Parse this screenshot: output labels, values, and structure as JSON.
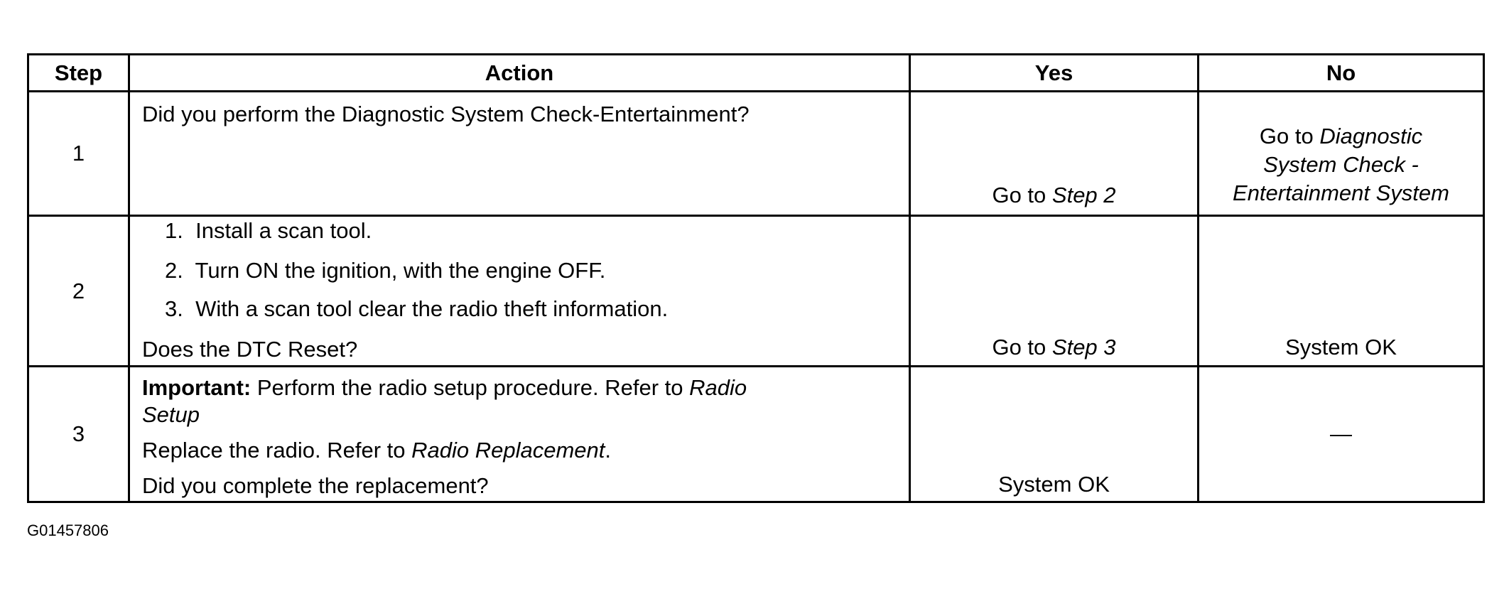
{
  "headers": {
    "step": "Step",
    "action": "Action",
    "yes": "Yes",
    "no": "No"
  },
  "rows": [
    {
      "step": "1",
      "action": "Did you perform the Diagnostic System Check-Entertainment?",
      "yes_prefix": "Go to ",
      "yes_link": "Step 2",
      "no_prefix": "Go to ",
      "no_link_1": "Diagnostic",
      "no_link_2": "System Check -",
      "no_link_3": "Entertainment System"
    },
    {
      "step": "2",
      "items": [
        {
          "num": "1.",
          "text": "Install a scan tool."
        },
        {
          "num": "2.",
          "text": "Turn ON the ignition, with the engine OFF."
        },
        {
          "num": "3.",
          "text": "With a scan tool clear the radio theft information."
        }
      ],
      "question": "Does the DTC Reset?",
      "yes_prefix": "Go to ",
      "yes_link": "Step 3",
      "no": "System OK"
    },
    {
      "step": "3",
      "important_label": "Important:",
      "important_text": " Perform the radio setup procedure. Refer to ",
      "important_link_1": "Radio",
      "important_link_2": "Setup",
      "replace_text": "Replace the radio. Refer to ",
      "replace_link": "Radio Replacement",
      "replace_end": ".",
      "question": "Did you complete the replacement?",
      "yes": "System OK",
      "no": "—"
    }
  ],
  "figure_id": "G01457806"
}
